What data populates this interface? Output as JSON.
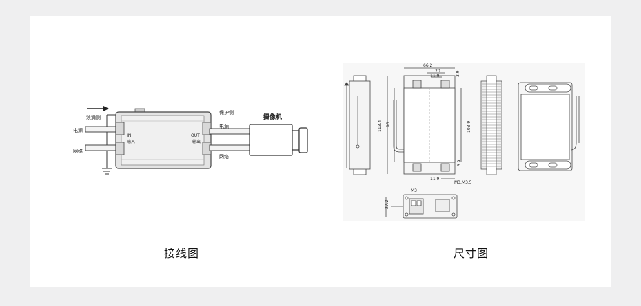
{
  "wiring": {
    "caption": "接线图",
    "labels": {
      "ground_side": "浪涌侧",
      "power_left": "电源",
      "network_left": "网络",
      "in_en": "IN",
      "in_cn": "输入",
      "out_en": "OUT",
      "out_cn": "输出",
      "protect_side": "保护侧",
      "power_right": "电源",
      "network_right": "网络",
      "camera": "摄像机"
    }
  },
  "dimension": {
    "caption": "尺寸图",
    "labels": {
      "d_width": "66.2",
      "d_20": "20",
      "d_11_9_top": "11.9",
      "d_3_9_top": "3.9",
      "d_113_4": "113.4",
      "d_93": "93",
      "d_103_9": "103.9",
      "d_3_9_bottom": "3.9",
      "d_11_9_bottom": "11.9",
      "d_screw": "M3,M3.5",
      "d_m3": "M3",
      "d_27_2": "27.2"
    }
  }
}
